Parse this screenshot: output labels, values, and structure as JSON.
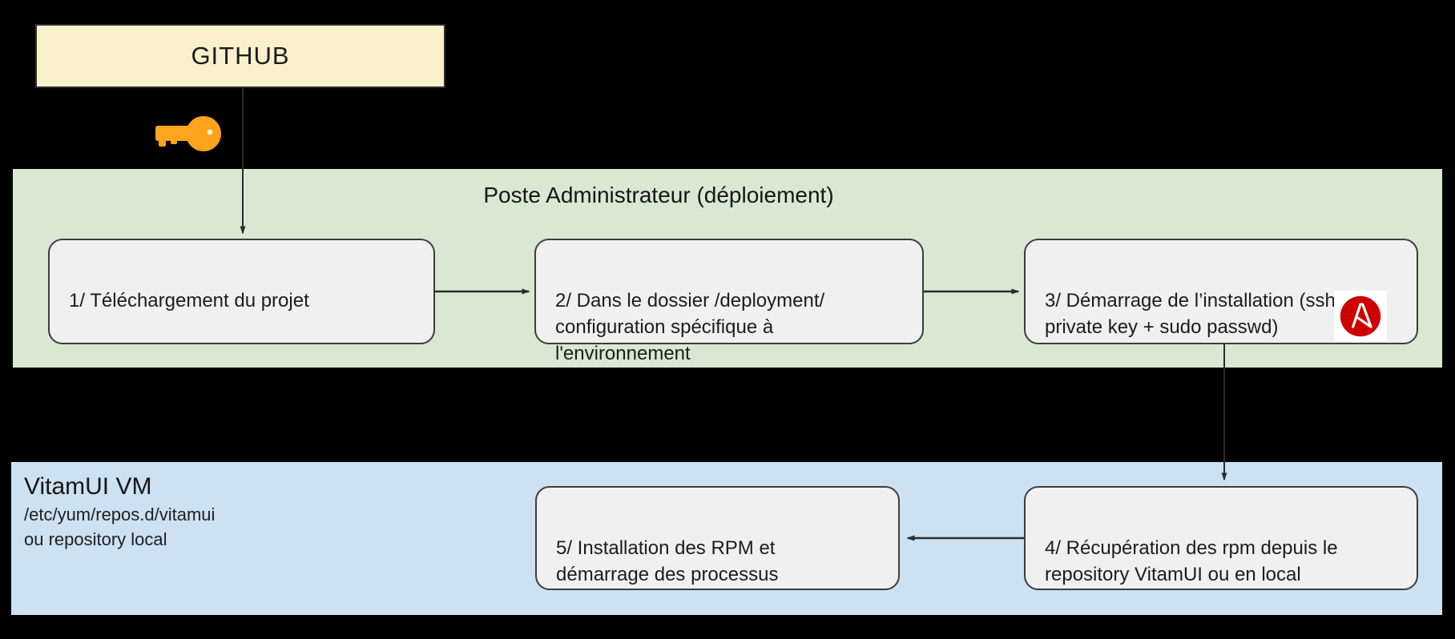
{
  "github_box": {
    "label": "GITHUB"
  },
  "admin_panel": {
    "title": "Poste Administrateur (déploiement)",
    "steps": [
      {
        "id": "1",
        "text": "1/ Téléchargement du projet"
      },
      {
        "id": "2",
        "text": "2/ Dans le dossier /deployment/\nconfiguration spécifique à\nl'environnement"
      },
      {
        "id": "3",
        "text": "3/  Démarrage de l’installation  (ssh\nprivate key + sudo passwd)"
      }
    ]
  },
  "vm_panel": {
    "title": "VitamUI VM",
    "path_line": "/etc/yum/repos.d/vitamui",
    "alt_line": "ou repository local",
    "steps": [
      {
        "id": "4",
        "text": "4/  Récupération des rpm depuis le\nrepository VitamUI ou en local"
      },
      {
        "id": "5",
        "text": "5/  Installation des RPM et\ndémarrage des processus"
      }
    ]
  },
  "icons": {
    "key": "key-icon",
    "ansible": "ansible-icon"
  },
  "colors": {
    "canvas": "#000000",
    "admin_panel_bg": "#D9E8D2",
    "vm_panel_bg": "#CCE1F2",
    "github_fill": "#FAF0CB",
    "step_fill": "#F0F0F0",
    "step_border": "#3D3D3D",
    "key_orange": "#FFA41C",
    "ansible_red": "#CC0000",
    "arrow": "#2B2B2B"
  }
}
